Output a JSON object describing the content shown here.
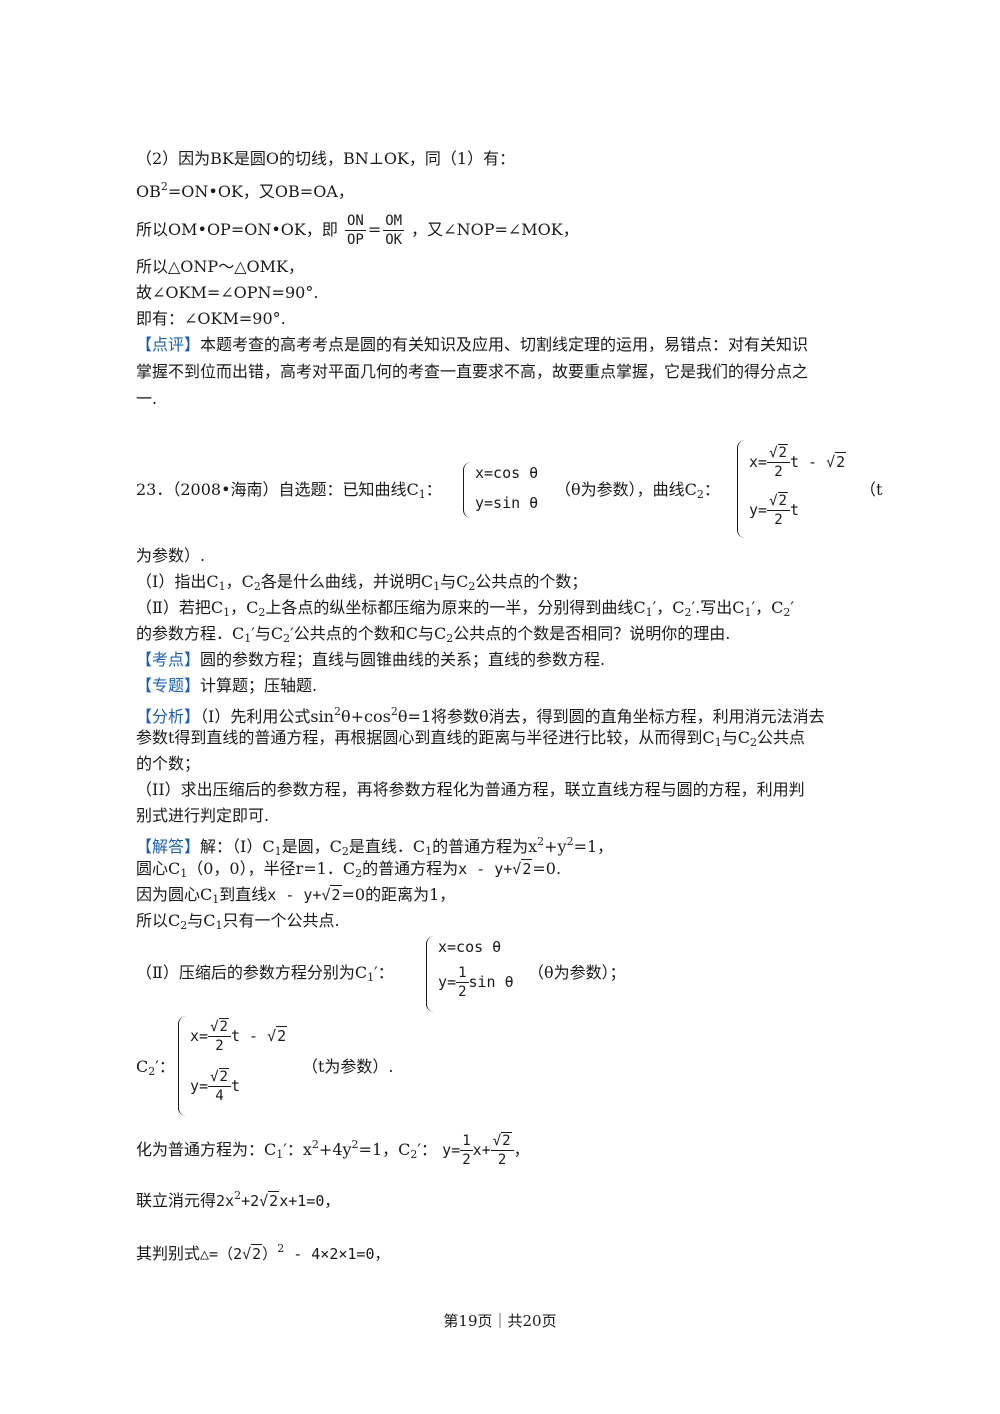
{
  "lines": {
    "l1": "（2）因为BK是圆O的切线，BN⊥OK，同（1）有：",
    "l2a": "OB",
    "l2b": "2",
    "l2c": "=ON•OK，又OB=OA，",
    "l3a": "所以OM•OP=ON•OK，即",
    "l3b": "ON",
    "l3c": "OP",
    "l3d": "=",
    "l3e": "OM",
    "l3f": "OK",
    "l3g": "，又∠NOP=∠MOK，",
    "l4": "所以△ONP～△OMK，",
    "l5": "故∠OKM=∠OPN=90°.",
    "l6": "即有：∠OKM=90°.",
    "l7tag": "【点评】",
    "l7": "本题考查的高考考点是圆的有关知识及应用、切割线定理的运用，易错点：对有关知识",
    "l8": "掌握不到位而出错，高考对平面几何的考查一直要求不高，故要重点掌握，它是我们的得分点之",
    "l9": "一."
  },
  "q23": {
    "head": "23．（2008•海南）自选题：已知曲线C",
    "c1sub": "1",
    "colon": "：",
    "sys1r1": "x=cos θ",
    "sys1r2": "y=sin θ",
    "param1": "（θ为参数），曲线C",
    "c2sub": "2",
    "colon2": "：",
    "sys2x": "x=",
    "sys2r2": "2",
    "sys2den": "2",
    "sys2tail": "t - ",
    "sys2y": "y=",
    "sys2yt": "t",
    "tparen": "（t",
    "cont": "为参数）.",
    "p1": "（Ⅰ）指出C",
    "p1b": "，C",
    "p1c": "各是什么曲线，并说明C",
    "p1d": "与C",
    "p1e": "公共点的个数；",
    "p2": "（Ⅱ）若把C",
    "p2b": "，C",
    "p2c": "上各点的纵坐标都压缩为原来的一半，分别得到曲线C",
    "p2d": "′，C",
    "p2e": "′.写出C",
    "p2f": "′，C",
    "p2g": "′",
    "p3": "的参数方程．C",
    "p3b": "′与C",
    "p3c": "′公共点的个数和C与C",
    "p3d": "公共点的个数是否相同？说明你的理由.",
    "kd_tag": "【考点】",
    "kd": "圆的参数方程；直线与圆锥曲线的关系；直线的参数方程.",
    "zt_tag": "【专题】",
    "zt": "计算题；压轴题.",
    "fx_tag": "【分析】",
    "fx1": "（I）先利用公式sin",
    "fx1b": "θ+cos",
    "fx1c": "θ=1将参数θ消去，得到圆的直角坐标方程，利用消元法消去",
    "fx2": "参数t得到直线的普通方程，再根据圆心到直线的距离与半径进行比较，从而得到C",
    "fx2b": "与C",
    "fx2c": "公共点",
    "fx3": "的个数；",
    "fx4": "（II）求出压缩后的参数方程，再将参数方程化为普通方程，联立直线方程与圆的方程，利用判",
    "fx5": "别式进行判定即可.",
    "jd_tag": "【解答】",
    "jd1": "解：（Ⅰ）C",
    "jd1b": "是圆，C",
    "jd1c": "是直线．C",
    "jd1d": "的普通方程为x",
    "jd1e": "+y",
    "jd1f": "=1，",
    "jd2": "圆心C",
    "jd2b": "（0，0），半径r=1．C",
    "jd2c": "的普通方程为",
    "jd2d": "x - y+",
    "jd2e": "2",
    "jd2f": "=0.",
    "jd3": "因为圆心C",
    "jd3b": "到直线",
    "jd3c": "x - y+",
    "jd3d": "2",
    "jd3e": "=0的距离为1，",
    "jd4": "所以C",
    "jd4b": "与C",
    "jd4c": "只有一个公共点.",
    "jd5": "（Ⅱ）压缩后的参数方程分别为C",
    "jd5b": "′：",
    "sys3r1": "x=cos θ",
    "sys3y": "y=",
    "sys3n": "1",
    "sys3d": "2",
    "sys3t": "sin θ",
    "jd5c": "（θ为参数）；",
    "jd6": "C",
    "jd6b": "′：",
    "sys4x": "x=",
    "sys4r": "2",
    "sys4d": "2",
    "sys4t": "t - ",
    "sys4y": "y=",
    "sys4yd": "4",
    "sys4yt": "t",
    "jd6c": "（t为参数）.",
    "jd7": "化为普通方程为：C",
    "jd7b": "′：x",
    "jd7c": "+4y",
    "jd7d": "=1，C",
    "jd7e": "′：",
    "jd7f": "y=",
    "jd7n": "1",
    "jd7dd": "2",
    "jd7g": "x+",
    "jd7h": "，",
    "jd8": "联立消元得",
    "jd8b": "2x",
    "jd8c": "+2",
    "jd8d": "x+1=0，",
    "jd9": "其判别式",
    "jd9b": "△=（2",
    "jd9c": "）",
    "jd9d": " - 4×2×1=0，"
  },
  "footer": "第19页｜共20页"
}
